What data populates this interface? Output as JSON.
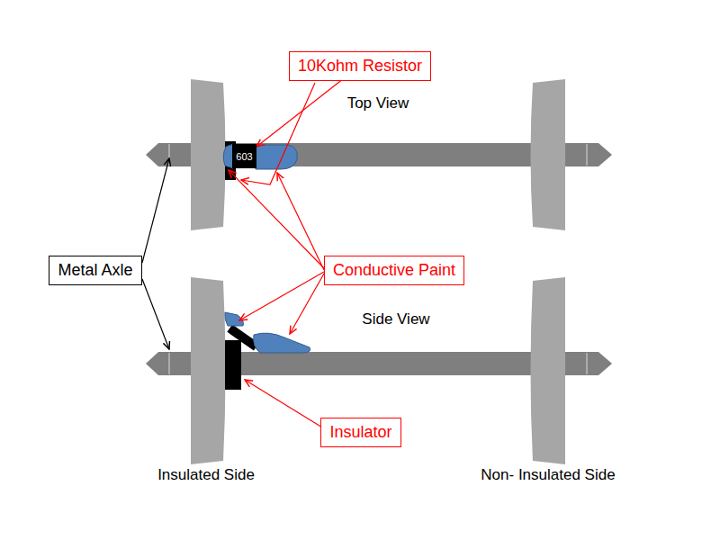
{
  "diagram": {
    "nodes": [
      {
        "text": [
          "10Kohm Resistor"
        ]
      },
      {
        "text": [
          "603"
        ]
      },
      {
        "text": [
          "Metal Axle"
        ]
      },
      {
        "text": [
          "Conductive Paint"
        ]
      },
      {
        "text": [
          "Insulator"
        ]
      }
    ],
    "edges": [
      {
        "from": 0,
        "to": 1,
        "arrow": "to"
      }
    ],
    "labels": [
      "Top View",
      "Side View",
      "Insulated Side",
      "Non- Insulated Side"
    ]
  }
}
